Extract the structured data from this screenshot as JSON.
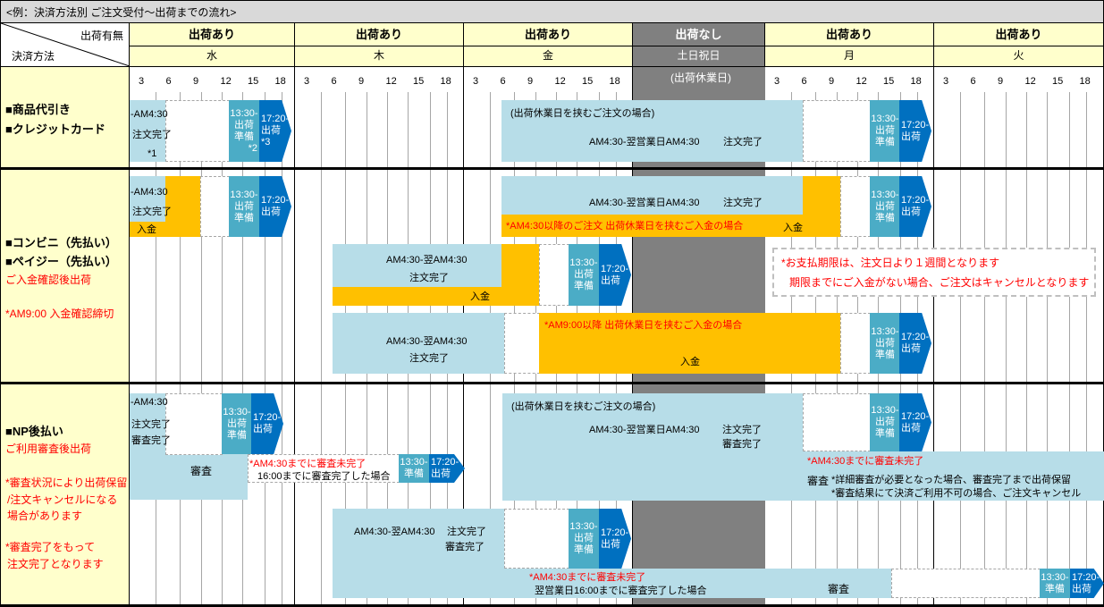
{
  "title": "<例：決済方法別 ご注文受付～出荷までの流れ>",
  "corner": {
    "top": "出荷有無",
    "bottom": "決済方法"
  },
  "days": [
    {
      "ship": "出荷あり",
      "day": "水"
    },
    {
      "ship": "出荷あり",
      "day": "木"
    },
    {
      "ship": "出荷あり",
      "day": "金"
    },
    {
      "ship": "出荷なし",
      "day": "土日祝日",
      "note": "(出荷休業日)"
    },
    {
      "ship": "出荷あり",
      "day": "月"
    },
    {
      "ship": "出荷あり",
      "day": "火"
    }
  ],
  "hours": [
    "3",
    "6",
    "9",
    "12",
    "15",
    "18"
  ],
  "colors": {
    "order": "#b7dde8",
    "payment": "#ffc000",
    "prep": "#4bacc6",
    "ship": "#0070c0",
    "holiday": "#808080",
    "header": "#ffffcc"
  },
  "common": {
    "prep1": "13:30-",
    "prep2": "出荷",
    "prep3": "準備",
    "prep_short": "準備",
    "ship1": "17:20-",
    "ship2": "出荷",
    "done": "注文完了",
    "audit_done": "審査完了",
    "payment": "入金",
    "audit": "審査",
    "until": "-AM4:30",
    "range_next": "AM4:30-翌AM4:30",
    "range_biz": "AM4:30-翌営業日AM4:30",
    "holiday_case": "(出荷休業日を挟むご注文の場合)"
  },
  "sec1": {
    "l1": "■商品代引き",
    "l2": "■クレジットカード",
    "n1": "*1",
    "n2": "*2",
    "n3": "*3"
  },
  "sec2": {
    "l1": "■コンビニ（先払い）",
    "l2": "■ペイジー（先払い）",
    "l3": "ご入金確認後出荷",
    "l4": "*AM9:00 入金確認締切",
    "late430": "*AM4:30以降のご注文 出荷休業日を挟むご入金の場合",
    "late900": "*AM9:00以降 出荷休業日を挟むご入金の場合",
    "note1": "*お支払期限は、注文日より１週間となります",
    "note2": "期限までにご入金がない場合、ご注文はキャンセルとなります"
  },
  "sec3": {
    "l1": "■NP後払い",
    "l2": "ご利用審査後出荷",
    "l3": "*審査状況により出荷保留",
    "l4": "/注文キャンセルになる",
    "l5": "場合があります",
    "l6": "*審査完了をもって",
    "l7": "注文完了となります",
    "incomplete": "*AM4:30までに審査未完了",
    "by1600": "16:00までに審査完了した場合",
    "next1600": "翌営業日16:00までに審査完了した場合",
    "detail1": "*詳細審査が必要となった場合、審査完了まで出荷保留",
    "detail2": "*審査結果にて決済ご利用不可の場合、ご注文キャンセル"
  }
}
